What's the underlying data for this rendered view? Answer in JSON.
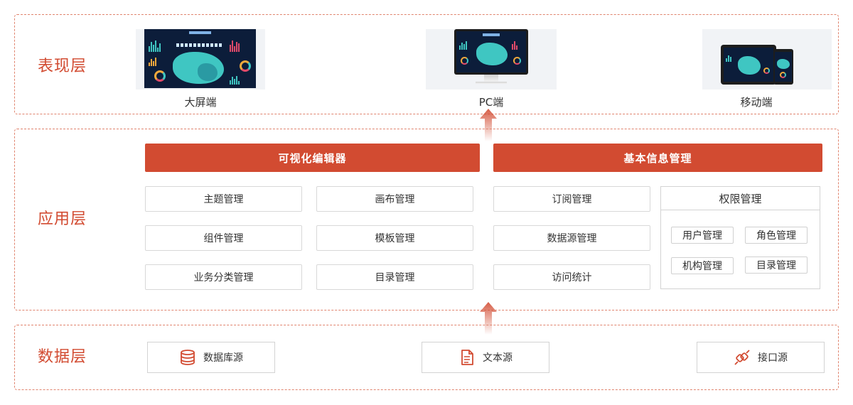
{
  "presentation_layer": {
    "title": "表现层",
    "clients": [
      {
        "label": "大屏端",
        "icon": "big-screen-dashboard-thumbnail"
      },
      {
        "label": "PC端",
        "icon": "pc-monitor-thumbnail"
      },
      {
        "label": "移动端",
        "icon": "tablet-phone-thumbnail"
      }
    ]
  },
  "application_layer": {
    "title": "应用层",
    "groups": [
      {
        "header": "可视化编辑器",
        "modules": [
          "主题管理",
          "画布管理",
          "组件管理",
          "模板管理",
          "业务分类管理",
          "目录管理"
        ]
      },
      {
        "header": "基本信息管理",
        "modules": [
          "订阅管理",
          "数据源管理",
          "访问统计"
        ]
      }
    ],
    "permission": {
      "title": "权限管理",
      "items": [
        "用户管理",
        "角色管理",
        "机构管理",
        "目录管理"
      ]
    }
  },
  "data_layer": {
    "title": "数据层",
    "sources": [
      {
        "label": "数据库源",
        "icon": "database-icon"
      },
      {
        "label": "文本源",
        "icon": "document-icon"
      },
      {
        "label": "接口源",
        "icon": "plug-link-icon"
      }
    ]
  },
  "colors": {
    "accent": "#d24b31",
    "border_dashed": "#e0846e",
    "module_border": "#d8d8d8",
    "screen_bg": "#0c1d3a",
    "screen_highlight": "#3fc6c2"
  }
}
